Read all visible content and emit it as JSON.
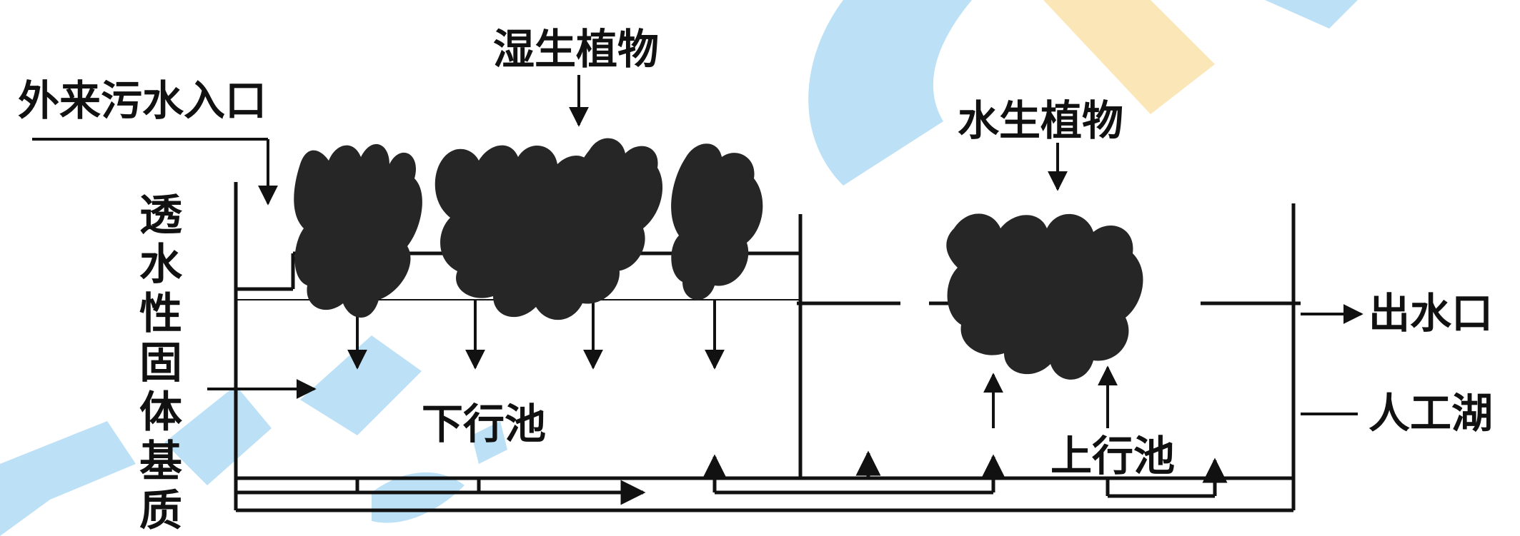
{
  "labels": {
    "wetland_plants": "湿生植物",
    "sewage_inlet": "外来污水入口",
    "aquatic_plants": "水生植物",
    "outlet": "出水口",
    "artificial_lake": "人工湖",
    "downflow_pool": "下行池",
    "upflow_pool": "上行池",
    "permeable_matrix": "透水性固体基质"
  },
  "colors": {
    "ink": "#111111",
    "plant": "#262626",
    "watermark_blue": "#1e9be0",
    "watermark_yellow": "#f5c242"
  }
}
